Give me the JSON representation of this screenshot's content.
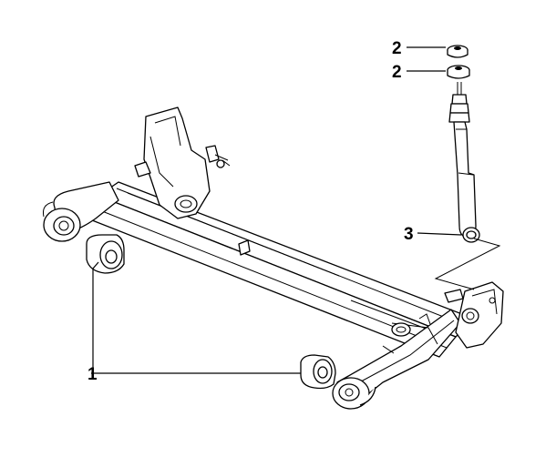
{
  "callouts": {
    "bushing": "1",
    "shock_cushion_upper": "2",
    "shock_cushion_lower": "2",
    "shock_absorber": "3"
  }
}
